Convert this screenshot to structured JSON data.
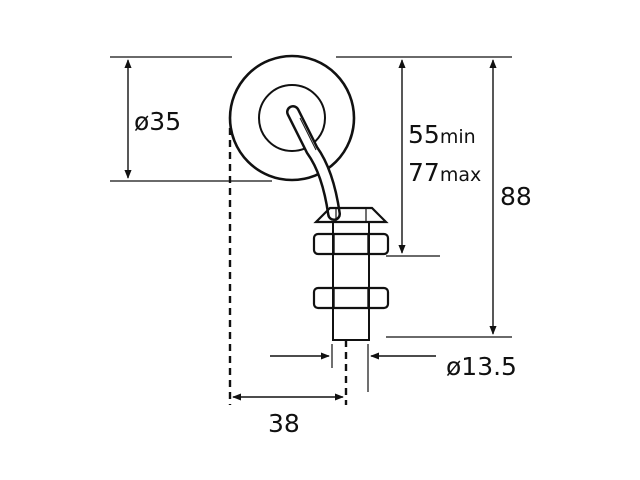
{
  "diagram": {
    "title": "",
    "colors": {
      "line": "#111111",
      "background": "#ffffff"
    },
    "dimensions": {
      "head_diameter": "ø35",
      "min_value": "55",
      "min_unit": "min",
      "max_value": "77",
      "max_unit": "max",
      "overall_height": "88",
      "thread_diameter": "ø13.5",
      "offset": "38"
    },
    "parts": [
      "round-mirror-head",
      "bent-arm",
      "flange-washer",
      "hex-nut-upper",
      "threaded-stud",
      "hex-nut-lower"
    ]
  }
}
